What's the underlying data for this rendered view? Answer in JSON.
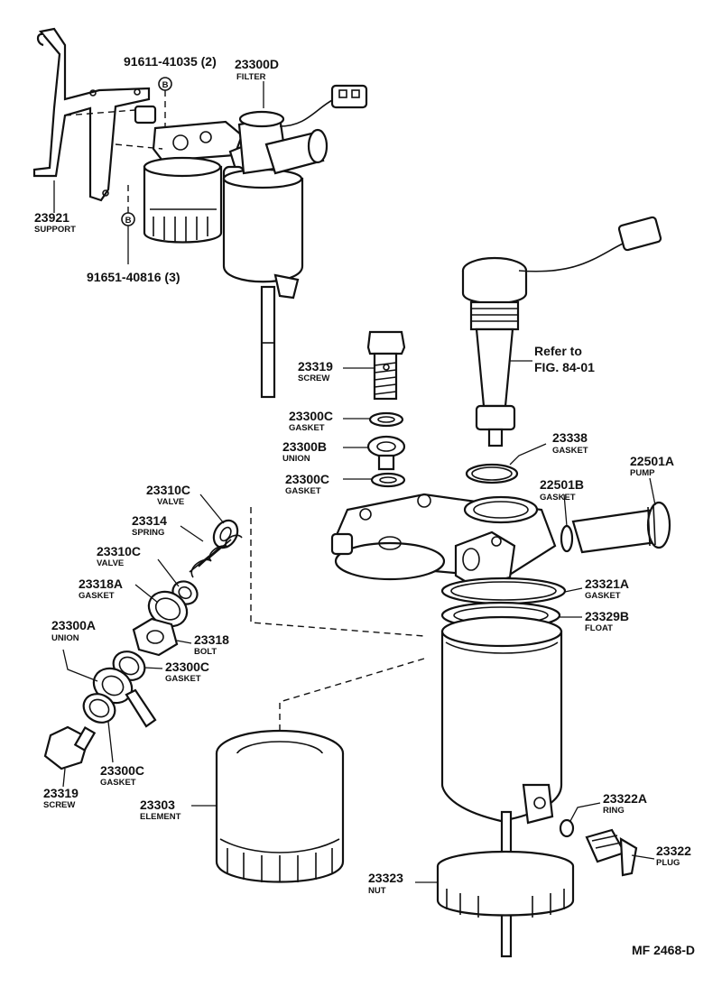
{
  "labels": {
    "bolt_b_top": {
      "number": "91611-41035 (2)"
    },
    "filter_assy": {
      "number": "23300D",
      "name": "FILTER"
    },
    "support": {
      "number": "23921",
      "name": "SUPPORT"
    },
    "bolt_b_bottom": {
      "number": "91651-40816 (3)"
    },
    "screw_top": {
      "number": "23319",
      "name": "SCREW"
    },
    "gasket_c1": {
      "number": "23300C",
      "name": "GASKET"
    },
    "union_b": {
      "number": "23300B",
      "name": "UNION"
    },
    "gasket_c2": {
      "number": "23300C",
      "name": "GASKET"
    },
    "refer": {
      "line1": "Refer to",
      "line2": "FIG. 84-01"
    },
    "gasket_23338": {
      "number": "23338",
      "name": "GASKET"
    },
    "pump": {
      "number": "22501A",
      "name": "PUMP"
    },
    "gasket_22501b": {
      "number": "22501B",
      "name": "GASKET"
    },
    "valve_c1": {
      "number": "23310C",
      "name": "VALVE"
    },
    "spring": {
      "number": "23314",
      "name": "SPRING"
    },
    "valve_c2": {
      "number": "23310C",
      "name": "VALVE"
    },
    "gasket_23318a": {
      "number": "23318A",
      "name": "GASKET"
    },
    "gasket_23321a": {
      "number": "23321A",
      "name": "GASKET"
    },
    "float": {
      "number": "23329B",
      "name": "FLOAT"
    },
    "union_a": {
      "number": "23300A",
      "name": "UNION"
    },
    "bolt_23318": {
      "number": "23318",
      "name": "BOLT"
    },
    "gasket_c3": {
      "number": "23300C",
      "name": "GASKET"
    },
    "gasket_c4": {
      "number": "23300C",
      "name": "GASKET"
    },
    "screw_bottom": {
      "number": "23319",
      "name": "SCREW"
    },
    "element": {
      "number": "23303",
      "name": "ELEMENT"
    },
    "ring": {
      "number": "23322A",
      "name": "RING"
    },
    "plug": {
      "number": "23322",
      "name": "PLUG"
    },
    "nut": {
      "number": "23323",
      "name": "NUT"
    }
  },
  "markers": {
    "b": "B"
  },
  "figure_code": "MF 2468-D"
}
